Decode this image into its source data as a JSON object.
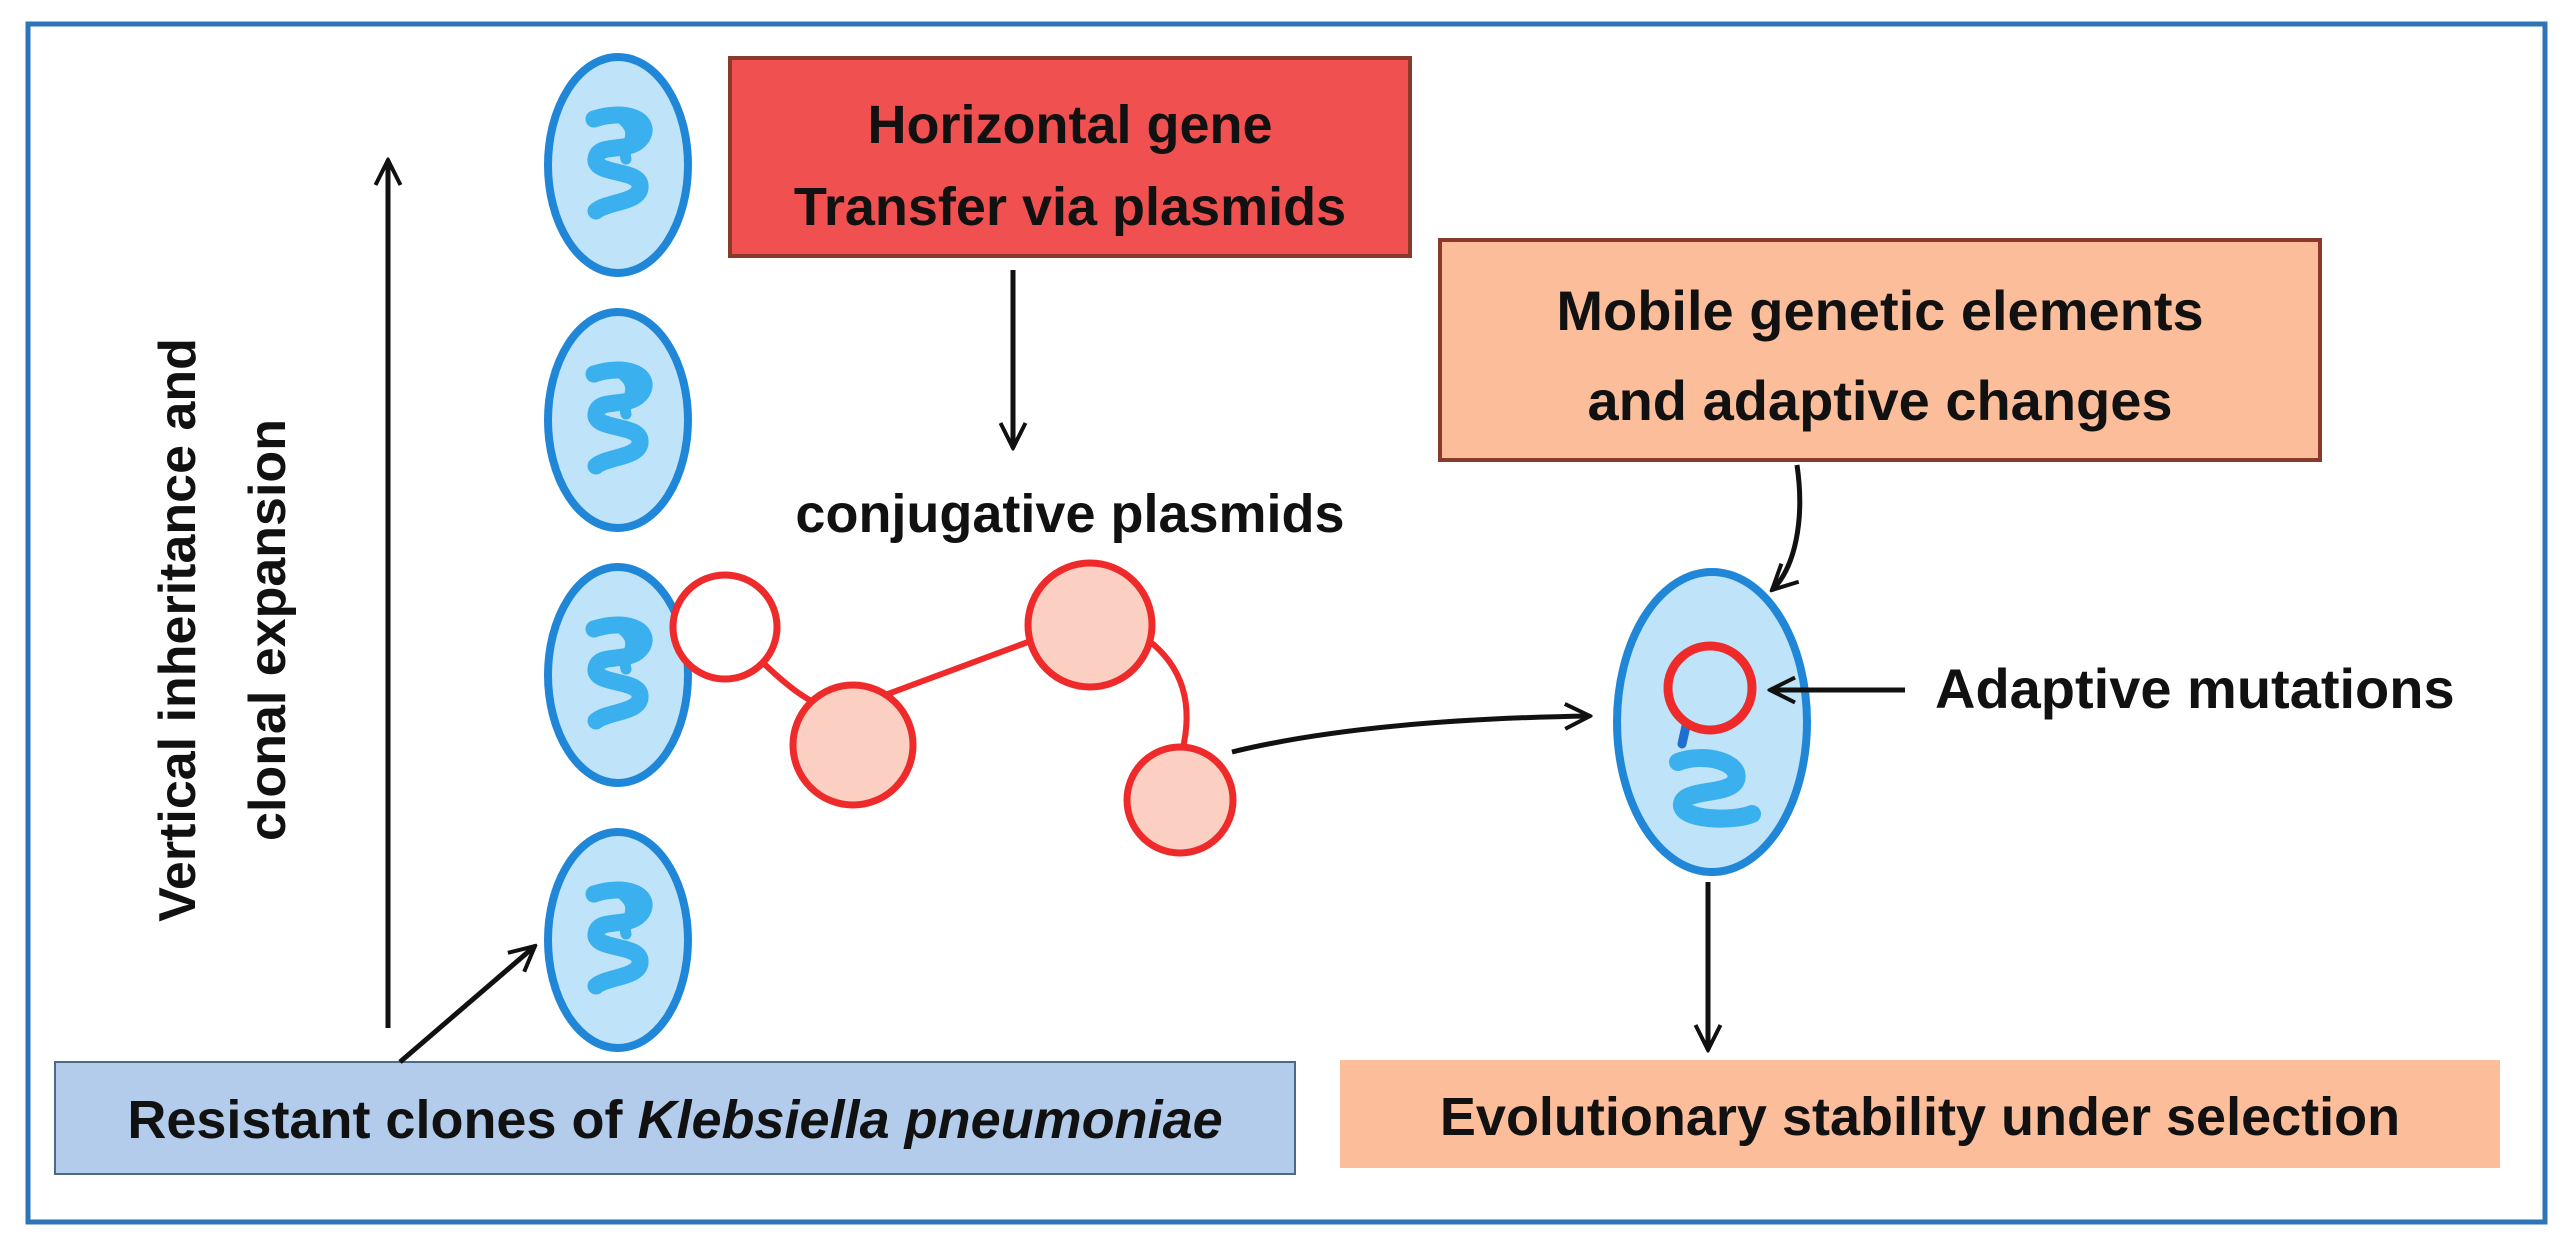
{
  "boxes": {
    "horizontal_transfer": {
      "line1": "Horizontal gene",
      "line2": "Transfer via plasmids",
      "fill": "#f05050"
    },
    "mobile_elements": {
      "line1": "Mobile genetic elements",
      "line2": "and adaptive changes",
      "fill": "#fbbd9a"
    },
    "resistant_clones": {
      "text_prefix": "Resistant clones of ",
      "text_italic": "Klebsiella pneumoniae",
      "fill": "#b3cceb"
    },
    "evolutionary_stability": {
      "text": "Evolutionary stability under selection",
      "fill": "#fbbd9a"
    }
  },
  "labels": {
    "vertical_line1": "Vertical inheritance and",
    "vertical_line2": "clonal expansion",
    "conjugative_plasmids": "conjugative plasmids",
    "adaptive_mutations": "Adaptive mutations"
  },
  "colors": {
    "frame": "#2e75b6",
    "cell_fill": "#bfe3f8",
    "cell_stroke": "#1f86d8",
    "squiggle": "#3ab0ee",
    "plasmid_stroke": "#ee2a2a",
    "plasmid_fill": "#fbd0c2"
  }
}
